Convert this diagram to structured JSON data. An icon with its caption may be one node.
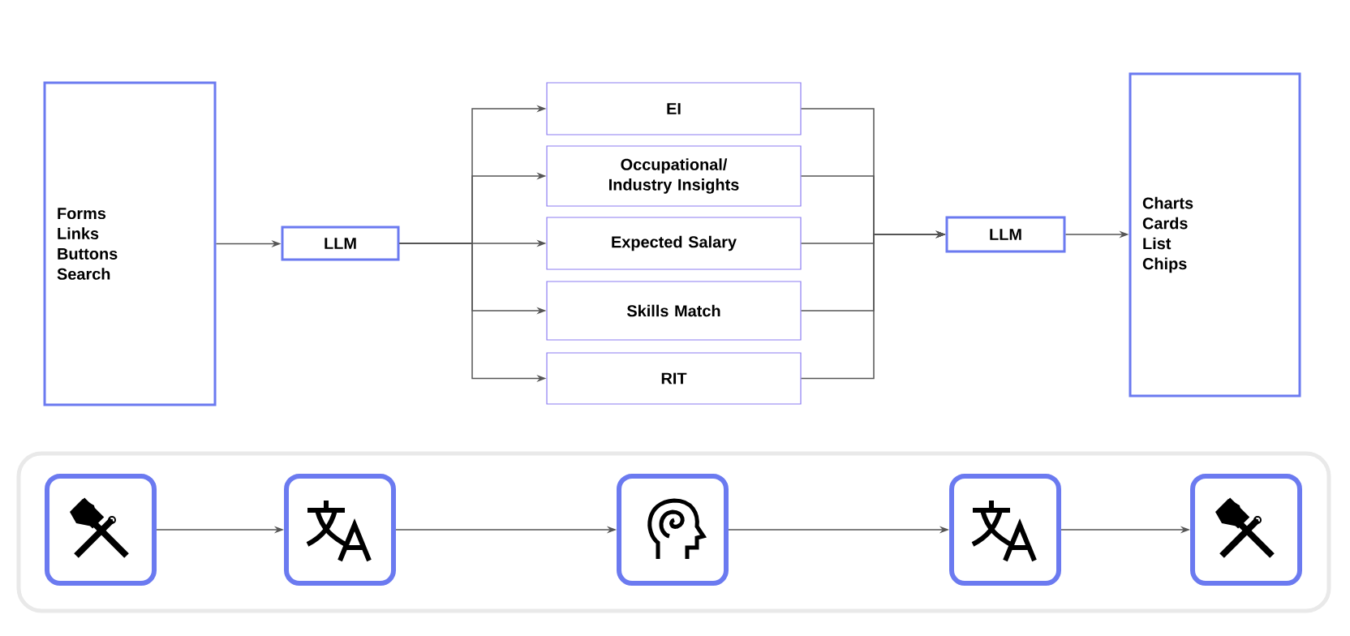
{
  "diagram": {
    "nodes": [
      {
        "text": [
          "Forms",
          "Links",
          "Buttons",
          "Search"
        ]
      },
      {
        "text": [
          "LLM"
        ]
      },
      {
        "text": [
          "EI"
        ]
      },
      {
        "text": [
          "Occupational/ Industry Insights"
        ]
      },
      {
        "text": [
          "Expected Salary"
        ]
      },
      {
        "text": [
          "Skills Match"
        ]
      },
      {
        "text": [
          "RIT"
        ]
      },
      {
        "text": [
          "LLM"
        ]
      },
      {
        "text": [
          "Charts",
          "Cards",
          "List",
          "Chips"
        ]
      },
      {
        "text": [],
        "shape": "box"
      },
      {
        "text": [],
        "shape": "box"
      },
      {
        "text": [],
        "shape": "box"
      },
      {
        "text": [],
        "shape": "box"
      },
      {
        "text": [],
        "shape": "box"
      }
    ],
    "edges": [
      {
        "from": 0,
        "to": 1,
        "arrow": "to"
      },
      {
        "from": 1,
        "to": 2,
        "arrow": "to"
      },
      {
        "from": 1,
        "to": 3,
        "arrow": "to"
      },
      {
        "from": 1,
        "to": 4,
        "arrow": "to"
      },
      {
        "from": 1,
        "to": 5,
        "arrow": "to"
      },
      {
        "from": 1,
        "to": 6,
        "arrow": "to"
      },
      {
        "from": 2,
        "to": 7,
        "arrow": "to"
      },
      {
        "from": 3,
        "to": 7,
        "arrow": "to"
      },
      {
        "from": 4,
        "to": 7,
        "arrow": "to"
      },
      {
        "from": 5,
        "to": 7,
        "arrow": "to"
      },
      {
        "from": 6,
        "to": 7,
        "arrow": "to"
      },
      {
        "from": 7,
        "to": 8,
        "arrow": "to"
      },
      {
        "from": 9,
        "to": 10,
        "arrow": "to"
      },
      {
        "from": 10,
        "to": 11,
        "arrow": "to"
      },
      {
        "from": 11,
        "to": 12,
        "arrow": "to"
      },
      {
        "from": 12,
        "to": 13,
        "arrow": "to"
      }
    ]
  }
}
